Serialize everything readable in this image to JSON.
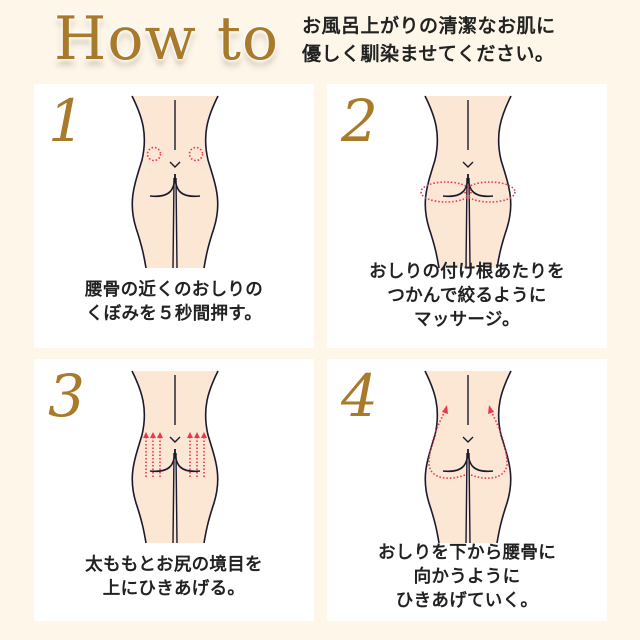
{
  "header": {
    "title": "How to",
    "intro": "お風呂上がりの清潔なお肌に\n優しく馴染ませてください。"
  },
  "colors": {
    "background": "#FDF6E9",
    "gold": "#A87A2A",
    "skin": "#FCE6D4",
    "outline": "#1A1A2E",
    "massage_marker": "#E8384F"
  },
  "steps": [
    {
      "number": "1",
      "caption": "腰骨の近くのおしりの\nくぼみを５秒間押す。",
      "marker": "dotted-circles"
    },
    {
      "number": "2",
      "caption": "おしりの付け根あたりを\nつかんで絞るように\nマッサージ。",
      "marker": "dotted-ellipses"
    },
    {
      "number": "3",
      "caption": "太ももとお尻の境目を\n上にひきあげる。",
      "marker": "upward-arrows"
    },
    {
      "number": "4",
      "caption": "おしりを下から腰骨に\n向かうように\nひきあげていく。",
      "marker": "curved-arrows"
    }
  ]
}
